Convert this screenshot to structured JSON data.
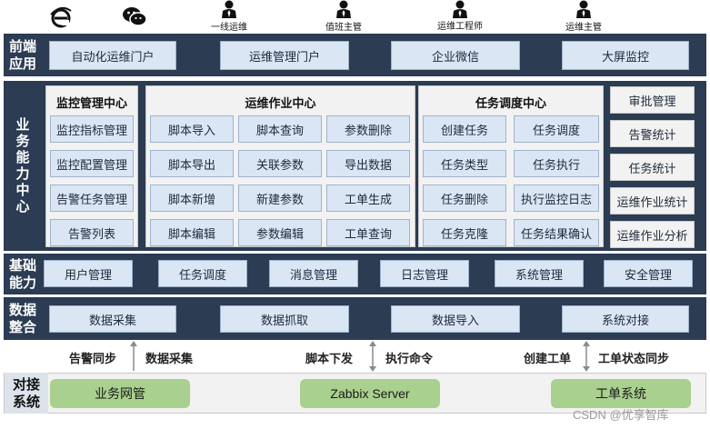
{
  "top_roles": [
    "一线运维",
    "值班主管",
    "运维工程师",
    "运维主管"
  ],
  "frontend": {
    "label": "前端\n应用",
    "items": [
      "自动化运维门户",
      "运维管理门户",
      "企业微信",
      "大屏监控"
    ]
  },
  "business": {
    "label": "业\n务\n能\n力\n中\n心",
    "monitor": {
      "title": "监控管理中心",
      "items": [
        "监控指标管理",
        "监控配置管理",
        "告警任务管理",
        "告警列表"
      ]
    },
    "ops": {
      "title": "运维作业中心",
      "items": [
        "脚本导入",
        "脚本查询",
        "参数删除",
        "脚本导出",
        "关联参数",
        "导出数据",
        "脚本新增",
        "新建参数",
        "工单生成",
        "脚本编辑",
        "参数编辑",
        "工单查询"
      ]
    },
    "dispatch": {
      "title": "任务调度中心",
      "items": [
        "创建任务",
        "任务调度",
        "任务类型",
        "任务执行",
        "任务删除",
        "执行监控日志",
        "任务克隆",
        "任务结果确认"
      ]
    },
    "side": [
      "审批管理",
      "告警统计",
      "任务统计",
      "运维作业统计",
      "运维作业分析"
    ]
  },
  "basic": {
    "label": "基础\n能力",
    "items": [
      "用户管理",
      "任务调度",
      "消息管理",
      "日志管理",
      "系统管理",
      "安全管理"
    ]
  },
  "data": {
    "label": "数据\n整合",
    "items": [
      "数据采集",
      "数据抓取",
      "数据导入",
      "系统对接"
    ]
  },
  "arrows": [
    "告警同步",
    "数据采集",
    "脚本下发",
    "执行命令",
    "创建工单",
    "工单状态同步"
  ],
  "integration": {
    "label": "对接\n系统",
    "items": [
      "业务网管",
      "Zabbix Server",
      "工单系统"
    ]
  },
  "watermark": "CSDN @优享智库",
  "colors": {
    "band": "#2b3c53",
    "box": "#dae6f4",
    "panel": "#f2f2f2",
    "green": "#a9d08e"
  },
  "icons": [
    "ie-browser-icon",
    "wechat-icon",
    "person-icon"
  ]
}
